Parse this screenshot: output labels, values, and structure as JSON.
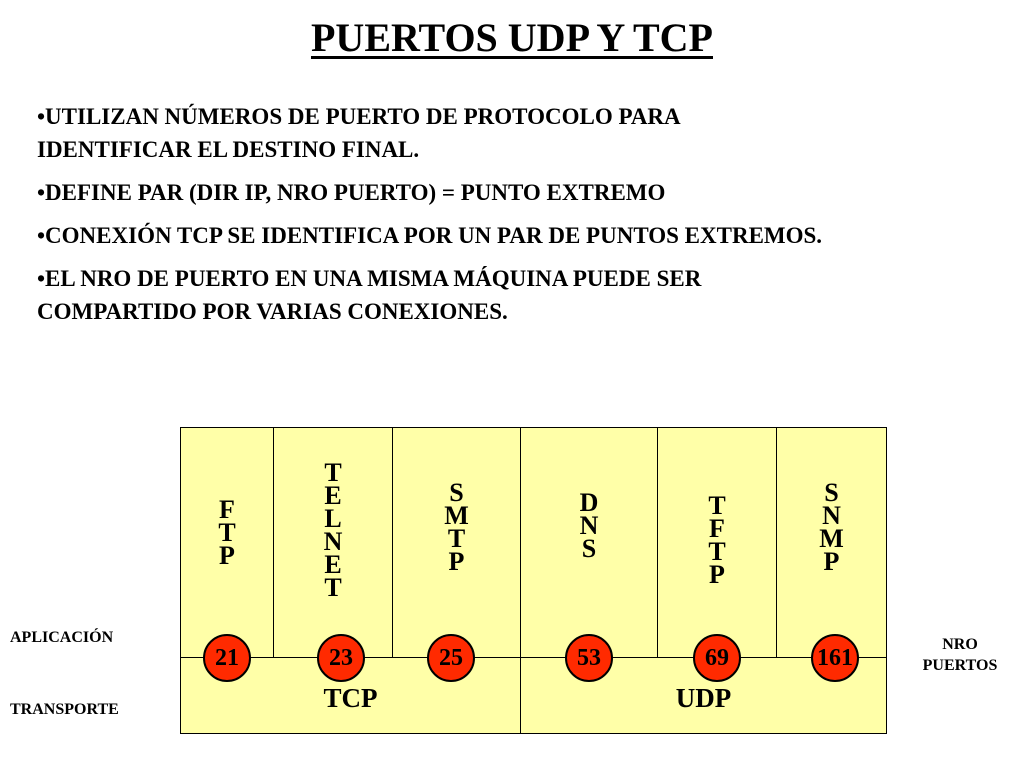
{
  "title": "PUERTOS UDP Y TCP",
  "bullets": [
    "•UTILIZAN NÚMEROS DE PUERTO DE PROTOCOLO PARA\nIDENTIFICAR EL DESTINO FINAL.",
    "•DEFINE PAR (DIR IP, NRO PUERTO) = PUNTO EXTREMO",
    "•CONEXIÓN TCP SE IDENTIFICA POR UN PAR DE PUNTOS EXTREMOS.",
    "•EL NRO DE PUERTO EN UNA MISMA MÁQUINA PUEDE SER\nCOMPARTIDO POR VARIAS CONEXIONES."
  ],
  "diagram": {
    "protocols": [
      {
        "name": "F\nT\nP",
        "port": "21"
      },
      {
        "name": "T\nE\nL\nN\nE\nT",
        "port": "23"
      },
      {
        "name": "S\nM\nT\nP",
        "port": "25"
      },
      {
        "name": "D\nN\nS",
        "port": "53"
      },
      {
        "name": "T\nF\nT\nP",
        "port": "69"
      },
      {
        "name": "S\nN\nM\nP",
        "port": "161"
      }
    ],
    "transports": [
      "TCP",
      "UDP"
    ],
    "layer_labels": {
      "application": "APLICACIÓN",
      "transport": "TRANSPORTE"
    },
    "ports_label": "NRO\nPUERTOS",
    "colors": {
      "box_fill": "#ffffa8",
      "port_circle": "#ff2a00"
    }
  }
}
